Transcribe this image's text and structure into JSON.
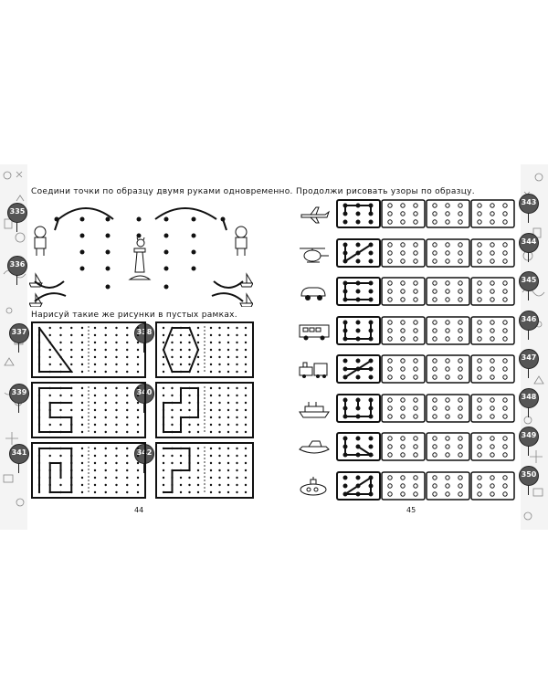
{
  "left_page": {
    "instruction_1": "Соедини точки по образцу двумя руками одновременно.",
    "instruction_2": "Нарисуй такие же рисунки в пустых рамках.",
    "page_number": "44",
    "task_numbers": [
      "335",
      "336",
      "337",
      "338",
      "339",
      "340",
      "341",
      "342"
    ]
  },
  "right_page": {
    "instruction": "Продолжи рисовать узоры по образцу.",
    "page_number": "45",
    "rows": [
      {
        "number": "343",
        "icon": "airplane-icon"
      },
      {
        "number": "344",
        "icon": "helicopter-icon"
      },
      {
        "number": "345",
        "icon": "car-icon"
      },
      {
        "number": "346",
        "icon": "bus-icon"
      },
      {
        "number": "347",
        "icon": "train-icon"
      },
      {
        "number": "348",
        "icon": "ship-icon"
      },
      {
        "number": "349",
        "icon": "boat-icon"
      },
      {
        "number": "350",
        "icon": "submarine-icon"
      }
    ]
  },
  "colors": {
    "ink": "#111111",
    "balloon": "#555555",
    "doodle": "#888888"
  }
}
